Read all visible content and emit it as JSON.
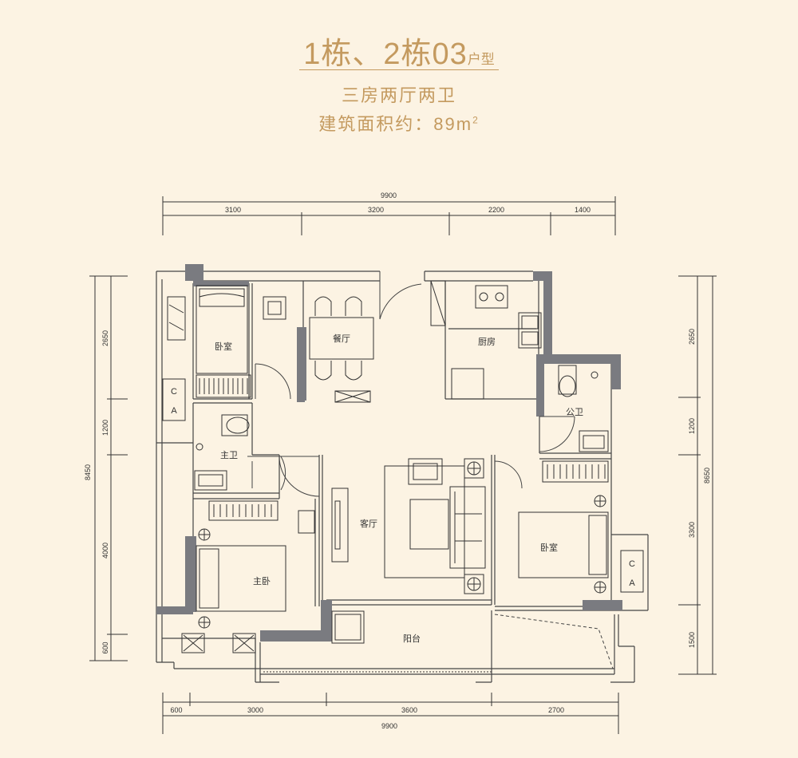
{
  "header": {
    "title": "1栋、2栋03",
    "title_suffix": "户型",
    "layout": "三房两厅两卫",
    "area_label": "建筑面积约：89m",
    "area_sup": "2"
  },
  "colors": {
    "background": "#fcf3e3",
    "accent": "#c49a5f",
    "wall": "#7a7b80",
    "line": "#333333"
  },
  "dimensions": {
    "top_total": "9900",
    "top_segments": [
      "3100",
      "3200",
      "2200",
      "1400"
    ],
    "bottom_segments": [
      "600",
      "3000",
      "3600",
      "2700"
    ],
    "bottom_total": "9900",
    "left_total": "8450",
    "left_segments": [
      "2650",
      "1200",
      "4000",
      "600"
    ],
    "right_total": "8650",
    "right_segments": [
      "2650",
      "1200",
      "3300",
      "1500"
    ]
  },
  "rooms": {
    "bedroom_nw": "卧室",
    "dining": "餐厅",
    "kitchen": "厨房",
    "public_bath": "公卫",
    "master_bath": "主卫",
    "living": "客厅",
    "bedroom_e": "卧室",
    "master_bedroom": "主卧",
    "balcony": "阳台"
  },
  "ac_units": {
    "left_top": "C",
    "left_bottom": "A",
    "right_top": "C",
    "right_bottom": "A"
  }
}
